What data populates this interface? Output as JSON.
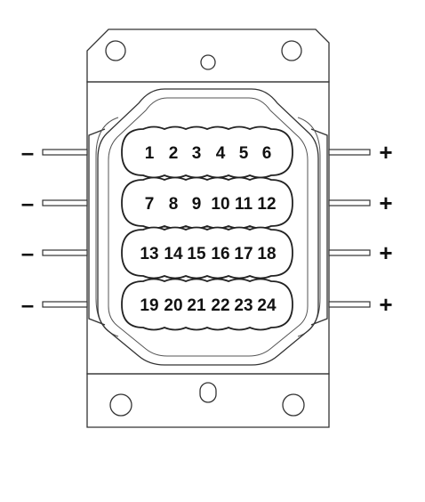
{
  "pins": [
    [
      "1",
      "2",
      "3",
      "4",
      "5",
      "6"
    ],
    [
      "7",
      "8",
      "9",
      "10",
      "11",
      "12"
    ],
    [
      "13",
      "14",
      "15",
      "16",
      "17",
      "18"
    ],
    [
      "19",
      "20",
      "21",
      "22",
      "23",
      "24"
    ]
  ],
  "left_terminals": [
    "–",
    "–",
    "–",
    "–"
  ],
  "right_terminals": [
    "+",
    "+",
    "+",
    "+"
  ]
}
